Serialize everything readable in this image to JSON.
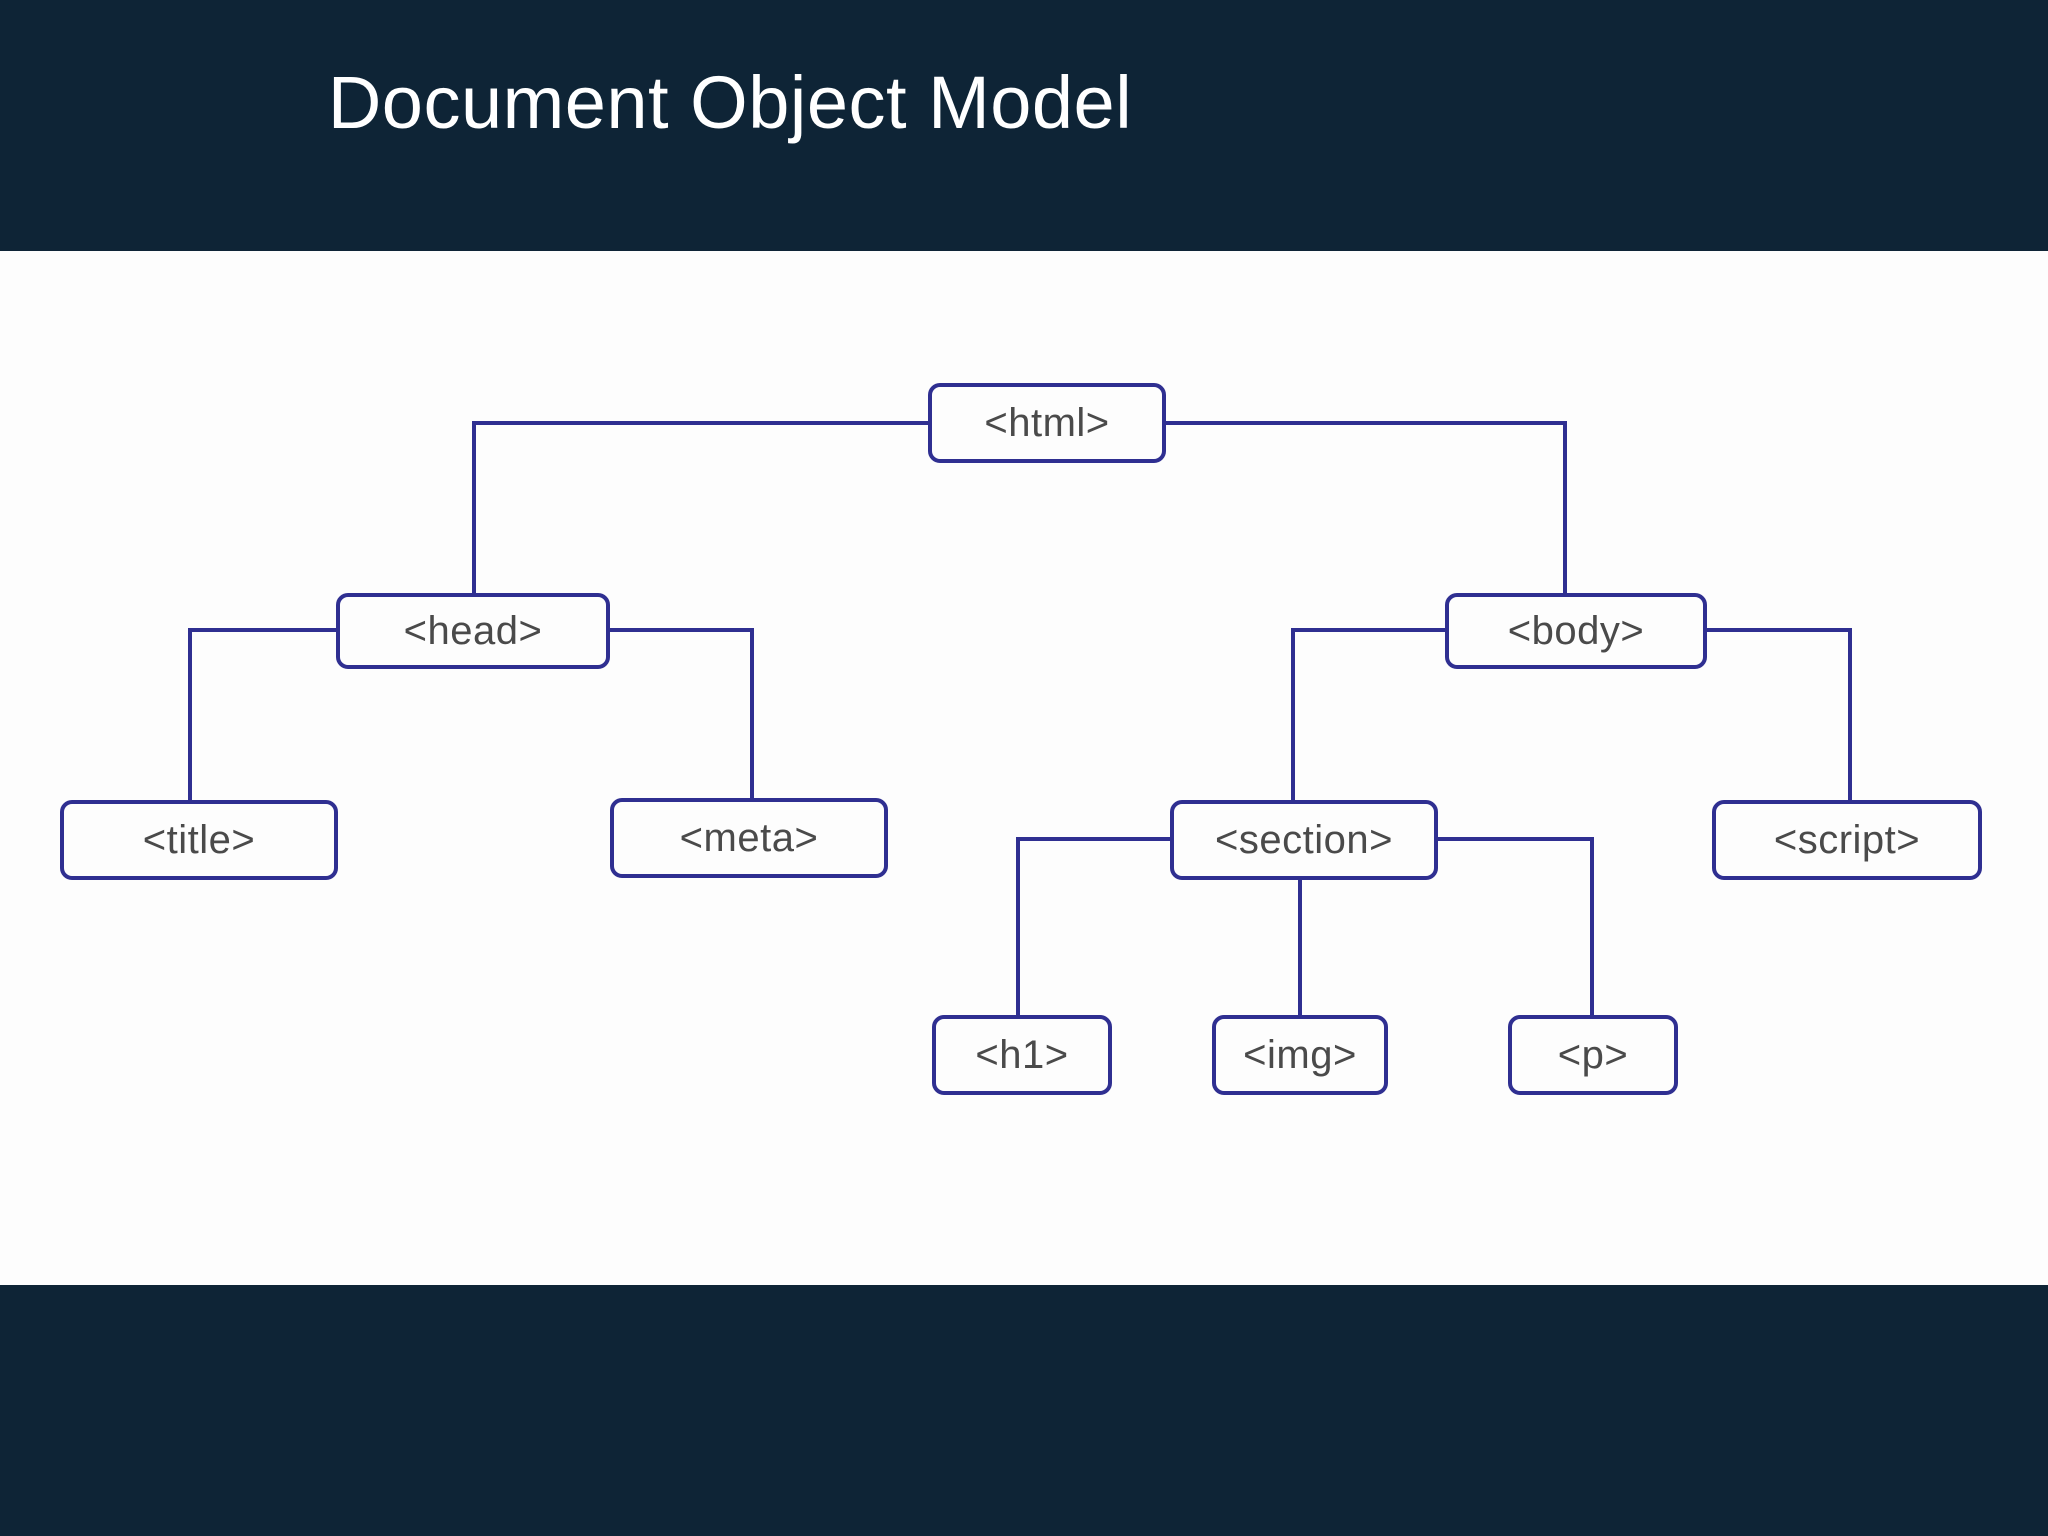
{
  "slide": {
    "title": "Document Object Model",
    "colors": {
      "band": "#0e2436",
      "canvas": "#fdfdfd",
      "node_border": "#2f2f91",
      "node_fill": "#fdfdfd",
      "node_text": "#4a4a4a",
      "title_text": "#ffffff",
      "connector": "#2f2f91"
    }
  },
  "diagram": {
    "type": "tree",
    "root": "html",
    "nodes": [
      {
        "id": "html",
        "label": "<html>",
        "level": 0
      },
      {
        "id": "head",
        "label": "<head>",
        "level": 1
      },
      {
        "id": "body",
        "label": "<body>",
        "level": 1
      },
      {
        "id": "title",
        "label": "<title>",
        "level": 2
      },
      {
        "id": "meta",
        "label": "<meta>",
        "level": 2
      },
      {
        "id": "section",
        "label": "<section>",
        "level": 2
      },
      {
        "id": "script",
        "label": "<script>",
        "level": 2
      },
      {
        "id": "h1",
        "label": "<h1>",
        "level": 3
      },
      {
        "id": "img",
        "label": "<img>",
        "level": 3
      },
      {
        "id": "p",
        "label": "<p>",
        "level": 3
      }
    ],
    "edges": [
      {
        "from": "html",
        "to": "head"
      },
      {
        "from": "html",
        "to": "body"
      },
      {
        "from": "head",
        "to": "title"
      },
      {
        "from": "head",
        "to": "meta"
      },
      {
        "from": "body",
        "to": "section"
      },
      {
        "from": "body",
        "to": "script"
      },
      {
        "from": "section",
        "to": "h1"
      },
      {
        "from": "section",
        "to": "img"
      },
      {
        "from": "section",
        "to": "p"
      }
    ]
  }
}
